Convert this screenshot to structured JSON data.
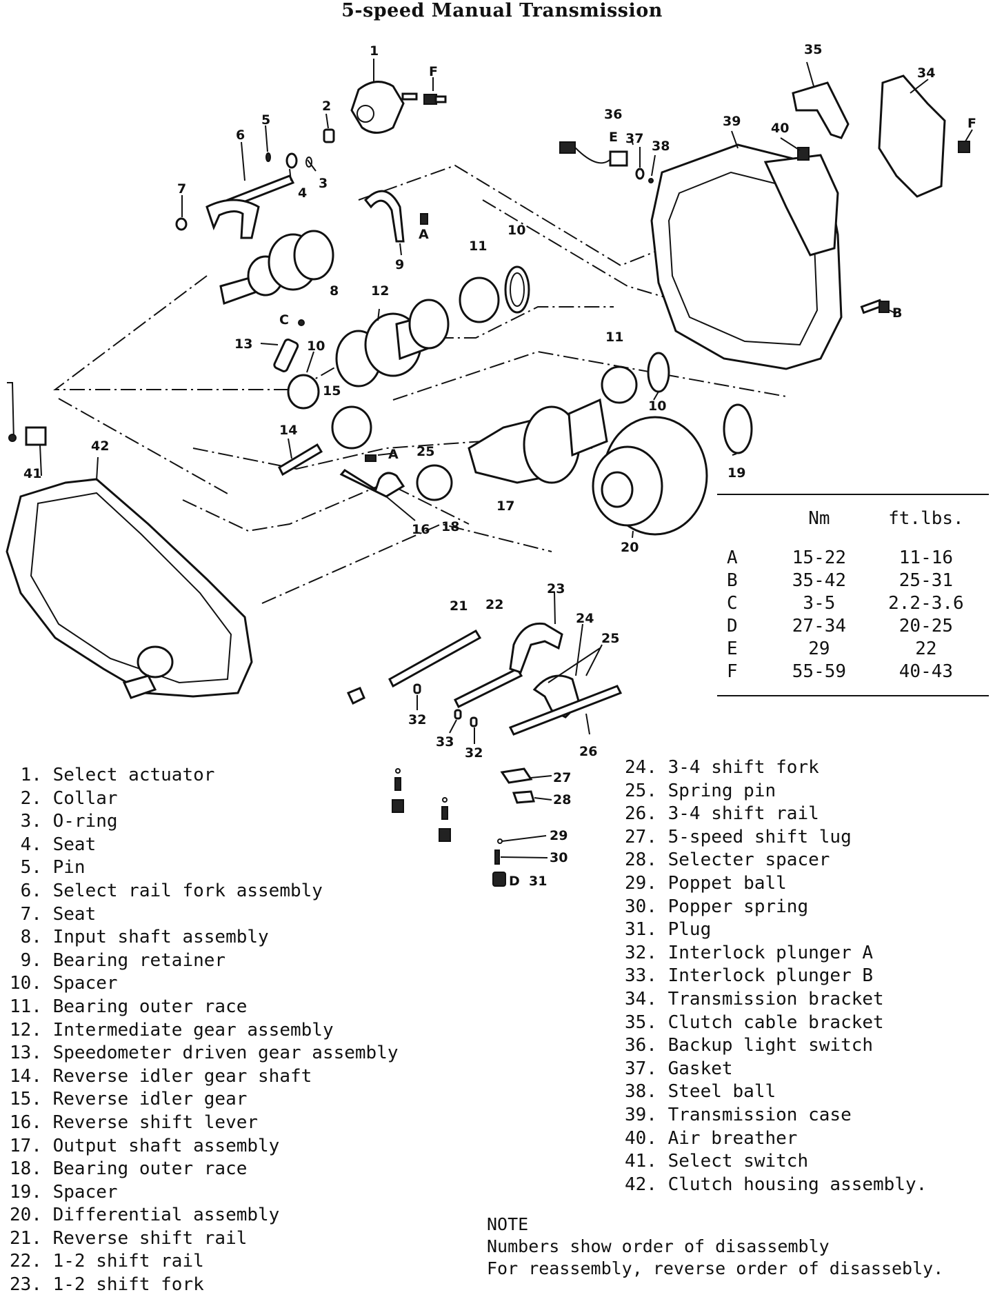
{
  "title": "5-speed Manual Transmission",
  "callouts": {
    "c1": "1",
    "cF1": "F",
    "c2": "2",
    "c3": "3",
    "c4": "4",
    "c5": "5",
    "c6": "6",
    "c7": "7",
    "c8": "8",
    "c9": "9",
    "cA1": "A",
    "c10a": "10",
    "c11a": "11",
    "c12": "12",
    "c13": "13",
    "cC": "C",
    "c10b": "10",
    "c15": "15",
    "c14": "14",
    "cA2": "A",
    "c25a": "25",
    "c16": "16",
    "c18": "18",
    "c17": "17",
    "c36": "36",
    "cE": "E",
    "c37": "37",
    "c38": "38",
    "c39": "39",
    "c40": "40",
    "c35": "35",
    "c34": "34",
    "cF2": "F",
    "cB": "B",
    "c11b": "11",
    "c10c": "10",
    "c19": "19",
    "c20": "20",
    "c41": "41",
    "c42": "42",
    "c21": "21",
    "c22": "22",
    "c23": "23",
    "c24": "24",
    "c25b": "25",
    "c32a": "32",
    "c33": "33",
    "c32b": "32",
    "c26": "26",
    "c27": "27",
    "c28": "28",
    "c29": "29",
    "c30": "30",
    "cD": "D",
    "c31": "31"
  },
  "torque_table": {
    "headers": [
      "",
      "Nm",
      "ft.lbs."
    ],
    "rows": [
      [
        "A",
        "15-22",
        "11-16"
      ],
      [
        "B",
        "35-42",
        "25-31"
      ],
      [
        "C",
        "3-5",
        "2.2-3.6"
      ],
      [
        "D",
        "27-34",
        "20-25"
      ],
      [
        "E",
        "29",
        "22"
      ],
      [
        "F",
        "55-59",
        "40-43"
      ]
    ]
  },
  "legend_left": [
    " 1. Select actuator",
    " 2. Collar",
    " 3. O-ring",
    " 4. Seat",
    " 5. Pin",
    " 6. Select rail fork assembly",
    " 7. Seat",
    " 8. Input shaft assembly",
    " 9. Bearing retainer",
    "10. Spacer",
    "11. Bearing outer race",
    "12. Intermediate gear assembly",
    "13. Speedometer driven gear assembly",
    "14. Reverse idler gear shaft",
    "15. Reverse idler gear",
    "16. Reverse shift lever",
    "17. Output shaft assembly",
    "18. Bearing outer race",
    "19. Spacer",
    "20. Differential assembly",
    "21. Reverse shift rail",
    "22. 1-2 shift rail",
    "23. 1-2 shift fork"
  ],
  "legend_right": [
    "24. 3-4 shift fork",
    "25. Spring pin",
    "26. 3-4 shift rail",
    "27. 5-speed shift lug",
    "28. Selecter spacer",
    "29. Poppet ball",
    "30. Popper spring",
    "31. Plug",
    "32. Interlock plunger A",
    "33. Interlock plunger B",
    "34. Transmission bracket",
    "35. Clutch cable bracket",
    "36. Backup light switch",
    "37. Gasket",
    "38. Steel ball",
    "39. Transmission case",
    "40. Air breather",
    "41. Select switch",
    "42. Clutch housing assembly."
  ],
  "note": {
    "heading": "NOTE",
    "line1": "Numbers show order of disassembly",
    "line2": "For reassembly, reverse order of disassebly."
  }
}
